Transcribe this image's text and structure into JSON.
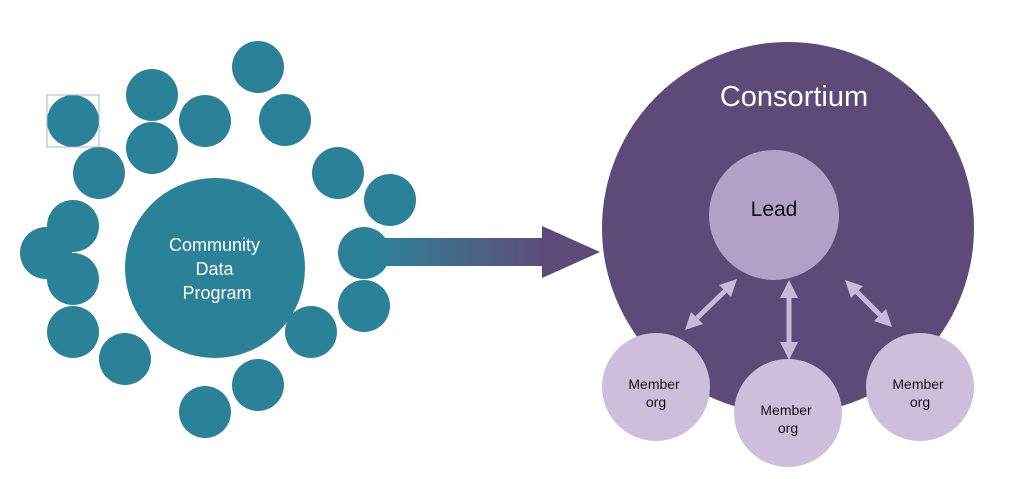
{
  "colors": {
    "teal": "#2b8197",
    "purple": "#5e4a78",
    "lead_fill": "#b3a0c8",
    "member_fill": "#cdbfdb",
    "arrow_light": "#c9b8dc",
    "text_light": "#ffffff",
    "text_dark": "#111111",
    "selection_box": "#a9b4dc"
  },
  "left": {
    "center_label": [
      "Community",
      "Data",
      "Program"
    ]
  },
  "right": {
    "title": "Consortium",
    "lead_label": "Lead",
    "members": [
      {
        "lines": [
          "Member",
          "org"
        ]
      },
      {
        "lines": [
          "Member",
          "org"
        ]
      },
      {
        "lines": [
          "Member",
          "org"
        ]
      }
    ]
  }
}
